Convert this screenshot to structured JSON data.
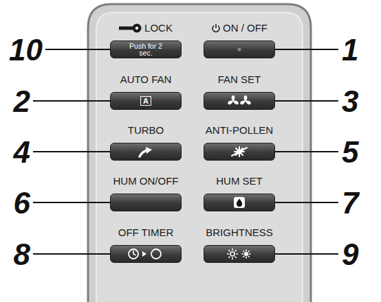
{
  "diagram": {
    "nodes": [
      {
        "text": [
          "LOCK",
          "Push for 2 sec."
        ]
      },
      {
        "text": [
          "ON / OFF"
        ]
      },
      {
        "text": [
          "AUTO FAN",
          "A"
        ]
      },
      {
        "text": [
          "FAN SET"
        ]
      },
      {
        "text": [
          "TURBO"
        ]
      },
      {
        "text": [
          "ANTI-POLLEN"
        ]
      },
      {
        "text": [
          "HUM ON/OFF"
        ]
      },
      {
        "text": [
          "HUM SET"
        ]
      },
      {
        "text": [
          "OFF TIMER"
        ]
      },
      {
        "text": [
          "BRIGHTNESS"
        ]
      }
    ],
    "labels": [
      "10",
      "1",
      "2",
      "3",
      "4",
      "5",
      "6",
      "7",
      "8",
      "9"
    ]
  }
}
